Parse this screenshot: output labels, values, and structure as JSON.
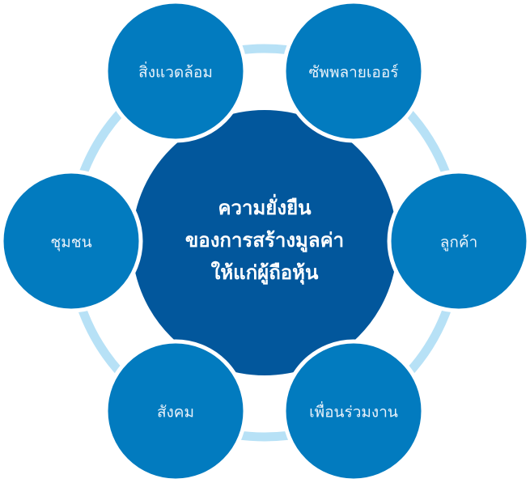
{
  "colors": {
    "center": "#02579C",
    "outer": "#027BBF",
    "ring": "#B7E1F6",
    "text": "#EAF2FA"
  },
  "center": {
    "lines": [
      "ความยั่งยืน",
      "ของการสร้างมูลค่า",
      "ให้แก่ผู้ถือหุ้น"
    ]
  },
  "stakeholders": [
    {
      "label": "สิ่งแวดล้อม"
    },
    {
      "label": "ซัพพลายเออร์"
    },
    {
      "label": "ลูกค้า"
    },
    {
      "label": "เพื่อนร่วมงาน"
    },
    {
      "label": "สังคม"
    },
    {
      "label": "ชุมชน"
    }
  ]
}
